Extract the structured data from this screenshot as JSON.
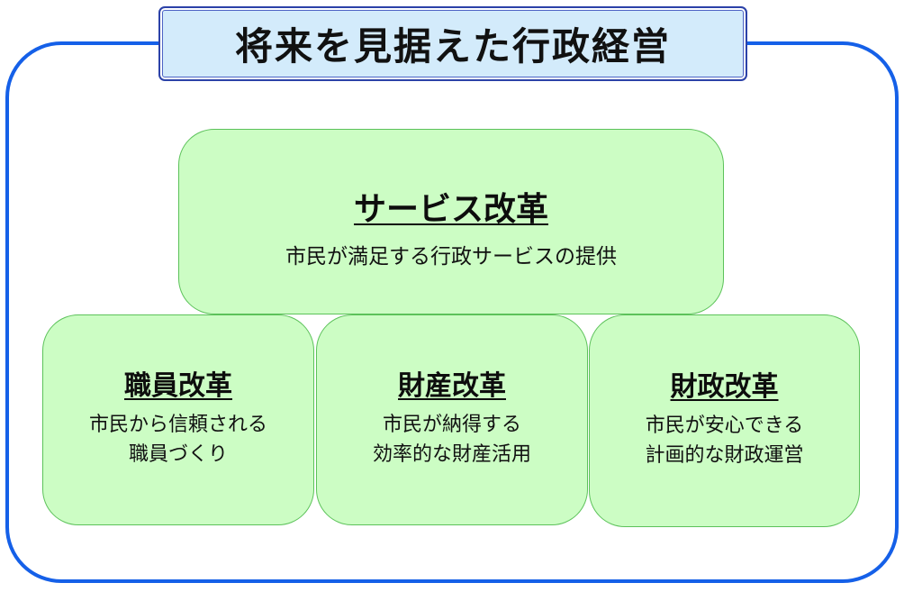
{
  "title": "将来を見据えた行政経営",
  "colors": {
    "outer_frame": "#1560e8",
    "title_fill": "#d3ebfb",
    "title_border": "#2c42a8",
    "card_fill": "#ccfdc4",
    "card_border": "#5cc25a"
  },
  "top_card": {
    "heading": "サービス改革",
    "description": "市民が満足する行政サービスの提供"
  },
  "bottom_cards": [
    {
      "heading": "職員改革",
      "line1": "市民から信頼される",
      "line2": "職員づくり"
    },
    {
      "heading": "財産改革",
      "line1": "市民が納得する",
      "line2": "効率的な財産活用"
    },
    {
      "heading": "財政改革",
      "line1": "市民が安心できる",
      "line2": "計画的な財政運営"
    }
  ]
}
